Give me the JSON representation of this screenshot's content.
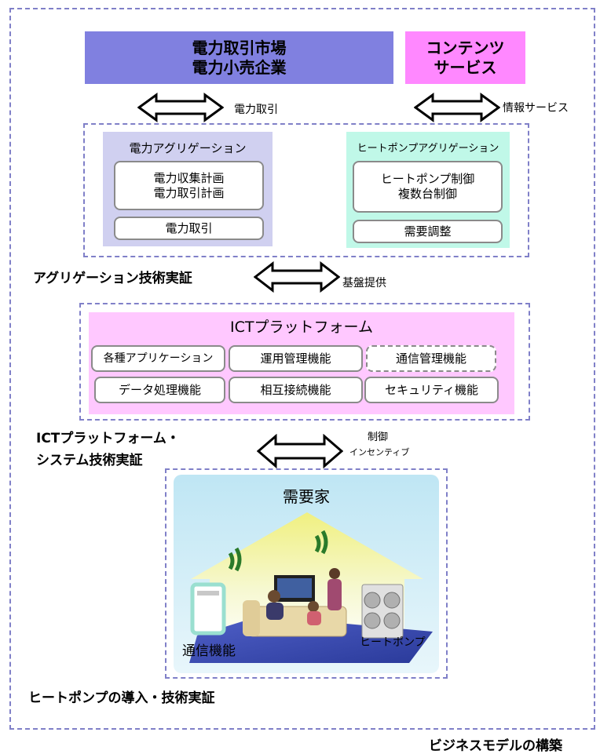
{
  "top": {
    "market": [
      "電力取引市場",
      "電力小売企業"
    ],
    "content": [
      "コンテンツ",
      "サービス"
    ]
  },
  "arrows": {
    "power_trade": "電力取引",
    "info_service": "情報サービス",
    "platform_provide": "基盤提供",
    "control": [
      "制御",
      "インセンティブ"
    ]
  },
  "aggregation": {
    "power": {
      "title": "電力アグリゲーション",
      "plan": [
        "電力収集計画",
        "電力取引計画"
      ],
      "trade": "電力取引"
    },
    "heatpump": {
      "title": "ヒートポンプアグリゲーション",
      "control": [
        "ヒートポンプ制御",
        "複数台制御"
      ],
      "demand": "需要調整"
    },
    "section_label": "アグリゲーション技術実証"
  },
  "platform": {
    "title": "ICTプラットフォーム",
    "functions_row1": [
      "各種アプリケーション",
      "運用管理機能",
      "通信管理機能"
    ],
    "functions_row2": [
      "データ処理機能",
      "相互接続機能",
      "セキュリティ機能"
    ],
    "section_label": [
      "ICTプラットフォーム・",
      "システム技術実証"
    ]
  },
  "consumer": {
    "title": "需要家",
    "comm_label": "通信機能",
    "heatpump_label": "ヒートポンプ",
    "section_label": "ヒートポンプの導入・技術実証"
  },
  "footer": {
    "business_label": "ビジネスモデルの構築"
  },
  "colors": {
    "dashed_border": "#8080c8",
    "market_bg": "#8080e0",
    "content_bg": "#ff88ff",
    "power_agg_bg": "#d0d0f0",
    "heatpump_agg_bg": "#c0f8e8",
    "platform_bg": "#ffc8ff"
  }
}
